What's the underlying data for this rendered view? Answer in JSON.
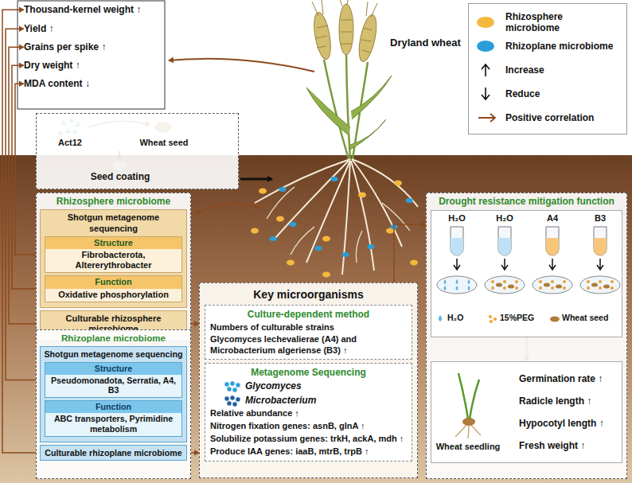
{
  "diagram": {
    "nodes": [
      {
        "text": [
          "Thousand-kernel weight ↑"
        ]
      },
      {
        "text": [
          "Yield ↑"
        ]
      },
      {
        "text": [
          "Grains per spike ↑"
        ]
      },
      {
        "text": [
          "Dry weight ↑"
        ]
      },
      {
        "text": [
          "MDA content ↓"
        ]
      },
      {
        "text": [
          "Act12",
          "Wheat seed",
          "Seed coating"
        ]
      },
      {
        "text": [
          "Rhizosphere microbiome"
        ]
      },
      {
        "text": [
          "Shotgun metagenome sequencing"
        ],
        "in": 6
      },
      {
        "text": [
          "Structure",
          "Fibrobacterota, Altererythrobacter"
        ],
        "in": 7
      },
      {
        "text": [
          "Function",
          "Oxidative phosphorylation"
        ],
        "in": 7
      },
      {
        "text": [
          "Culturable rhizosphere microbiome"
        ],
        "in": 6
      },
      {
        "text": [
          "Rhizoplane microbiome"
        ]
      },
      {
        "text": [
          "Shotgun metagenome sequencing"
        ],
        "in": 11
      },
      {
        "text": [
          "Structure",
          "Pseudomonadota, Serratia, A4, B3"
        ],
        "in": 12
      },
      {
        "text": [
          "Function",
          "ABC transporters, Pyrimidine metabolism"
        ],
        "in": 12
      },
      {
        "text": [
          "Culturable rhizoplane microbiome"
        ],
        "in": 11
      },
      {
        "text": [
          "Key microorganisms"
        ]
      },
      {
        "text": [
          "Culture-dependent method",
          "Numbers of culturable strains",
          "Glycomyces lechevalierae (A4) and Microbacterium algeriense (B3) ↑"
        ],
        "in": 16
      },
      {
        "text": [
          "Metagenome Sequencing",
          "Glycomyces",
          "Microbacterium",
          "Relative abundance ↑",
          "Nitrogen fixation genes: asnB, glnA ↑",
          "Solubilize potassium genes: trkH, ackA, mdh ↑",
          "Produce IAA genes: iaaB, mtrB, trpB ↑"
        ],
        "in": 16
      },
      {
        "text": [
          "Drought resistance mitigation function"
        ]
      },
      {
        "text": [
          "H₂O",
          "H₂O",
          "A4",
          "B3",
          "H₂O",
          "15%PEG",
          "Wheat seed"
        ],
        "in": 19
      },
      {
        "text": [
          "Wheat seedling",
          "Germination rate ↑",
          "Radicle length ↑",
          "Hypocotyl length ↑",
          "Fresh weight ↑"
        ],
        "in": 19
      }
    ],
    "edges": [
      {
        "from": 15,
        "to": 0,
        "arrow": "to"
      },
      {
        "from": 13,
        "to": 1,
        "arrow": "to"
      },
      {
        "from": 10,
        "to": 2,
        "arrow": "to"
      },
      {
        "from": 9,
        "to": 3,
        "arrow": "to"
      },
      {
        "from": 8,
        "to": 4,
        "arrow": "to"
      },
      {
        "from": 10,
        "to": 16,
        "arrow": "to"
      },
      {
        "from": 15,
        "to": 16,
        "arrow": "to"
      },
      {
        "from": 16,
        "to": 19,
        "arrow": "to"
      },
      {
        "from": 20,
        "to": 21,
        "arrow": "to"
      }
    ],
    "labels": [
      "Dryland wheat"
    ],
    "legend": [
      {
        "text": "Rhizosphere microbiome",
        "color": "#f5b83d"
      },
      {
        "text": "Rhizoplane microbiome",
        "color": "#2b9ed8"
      },
      {
        "text": "Increase"
      },
      {
        "text": "Reduce"
      },
      {
        "text": "Positive correlation"
      }
    ]
  }
}
